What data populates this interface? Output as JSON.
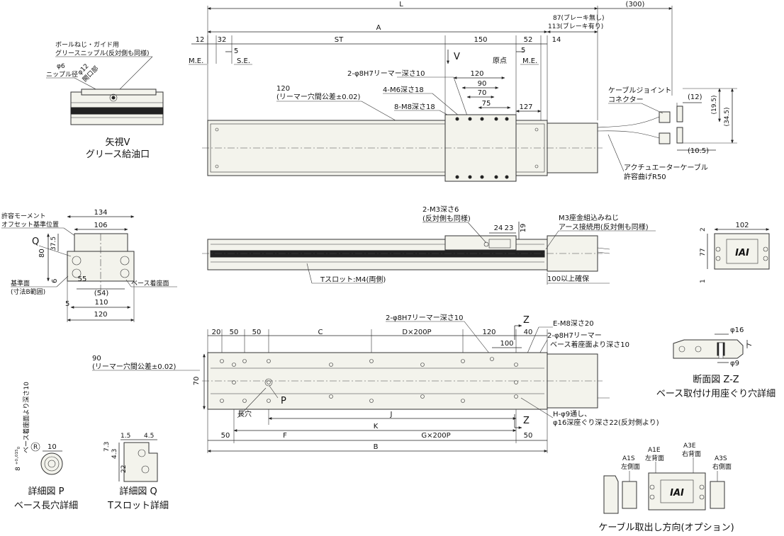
{
  "top_view": {
    "dim_L": "L",
    "dim_300": "(300)",
    "dim_A": "A",
    "dim_87": "87(ブレーキ無し)",
    "dim_113": "113(ブレーキ有り)",
    "dim_12": "12",
    "dim_32": "32",
    "dim_5a": "5",
    "dim_ST": "ST",
    "dim_150": "150",
    "dim_52": "52",
    "dim_5b": "5",
    "dim_14": "14",
    "me_left": "M.E.",
    "se": "S.E.",
    "origin": "原点",
    "me_right": "M.E.",
    "arrow_v": "V",
    "reamer_top": "2-φ8H7リーマー深さ10",
    "dim_120": "120",
    "dim_90": "90",
    "dim_70": "70",
    "dim_75": "75",
    "dim_127": "127",
    "m6": "4-M6深さ18",
    "m8": "8-M8深さ18",
    "pitch_1": "120",
    "pitch_2": "(リーマー穴間公差±0.02)",
    "cable_joint_1": "ケーブルジョイント",
    "cable_joint_2": "コネクター",
    "actuator_cable": "アクチュエーターケーブル",
    "bend_radius": "許容曲げR50",
    "cj_12": "(12)",
    "cj_19_5": "(19.5)",
    "cj_34_5": "(34.5)",
    "cj_10_5": "(10.5)"
  },
  "grease_view": {
    "line1": "ボールねじ・ガイド用",
    "line2": "グリースニップル(反対側も同様)",
    "phi6": "φ6",
    "nipple": "ニップル径",
    "phi12": "φ12",
    "opening": "開口部",
    "caption1": "矢視V",
    "caption2": "グリース給油口"
  },
  "side_view": {
    "m3": "2-M3深さ6",
    "m3_sub": "(反対側も同様)",
    "d24": "24",
    "d23": "23",
    "d19": "19",
    "ground_1": "M3座金組込みねじ",
    "ground_2": "アース接続用(反対側も同様)",
    "tslot": "Tスロット:M4(両側)",
    "clearance": "100以上確保"
  },
  "front_view": {
    "moment_1": "許容モーメント",
    "moment_2": "オフセット基準位置",
    "w134": "134",
    "w106": "106",
    "q": "Q",
    "h80": "80",
    "h37_5": "37.5",
    "h6": "6",
    "w55": "55",
    "w54": "(54)",
    "w110": "110",
    "w5": "5",
    "w120": "120",
    "ref_1": "基準面",
    "ref_2": "(寸法B範囲)",
    "base_seat": "ベース着座面"
  },
  "end_view": {
    "w102": "102",
    "h2": "2",
    "h77": "77",
    "h1": "1",
    "logo": "IAI"
  },
  "bottom_view": {
    "d20": "20",
    "d50a": "50",
    "d50b": "50",
    "c": "C",
    "reamer": "2-φ8H7リーマー深さ10",
    "d200p": "D×200P",
    "d120": "120",
    "z_top": "Z",
    "d40": "40",
    "em8": "E-M8深さ20",
    "d100": "100",
    "reamer2_1": "2-φ8H7リーマー",
    "reamer2_2": "ベース着座面より深さ10",
    "d90": "90",
    "d90_sub": "(リーマー穴間公差±0.02)",
    "d70": "70",
    "p": "P",
    "long_hole": "長穴",
    "j": "J",
    "h9_1": "H-φ9通し、",
    "h9_2": "φ16深座ぐり深さ22(反対側より)",
    "k": "K",
    "z_bottom": "Z",
    "d50c": "50",
    "f": "F",
    "g200p": "G×200P",
    "d50d": "50",
    "b": "B"
  },
  "section_zz": {
    "phi16": "φ16",
    "d7": "7",
    "phi9": "φ9",
    "title1": "断面図 Z-Z",
    "title2": "ベース取付け用座ぐり穴詳細"
  },
  "detail_p": {
    "depth": "ベース着座面より深さ10",
    "tol": "8 ⁺⁰·⁰¹⁵₀",
    "r": "R",
    "d10": "10",
    "title1": "詳細図 P",
    "title2": "ベース長穴詳細"
  },
  "detail_q": {
    "d1_5": "1.5",
    "d4_5": "4.5",
    "d7_3": "7.3",
    "d4_3": "4.3",
    "d22": "22",
    "title1": "詳細図 Q",
    "title2": "Tスロット詳細"
  },
  "cable_options": {
    "a1s_1": "A1S",
    "a1s_2": "左側面",
    "a1e_1": "A1E",
    "a1e_2": "左背面",
    "a3e_1": "A3E",
    "a3e_2": "右背面",
    "a3s_1": "A3S",
    "a3s_2": "右側面",
    "logo": "IAI",
    "title": "ケーブル取出し方向(オプション)"
  }
}
